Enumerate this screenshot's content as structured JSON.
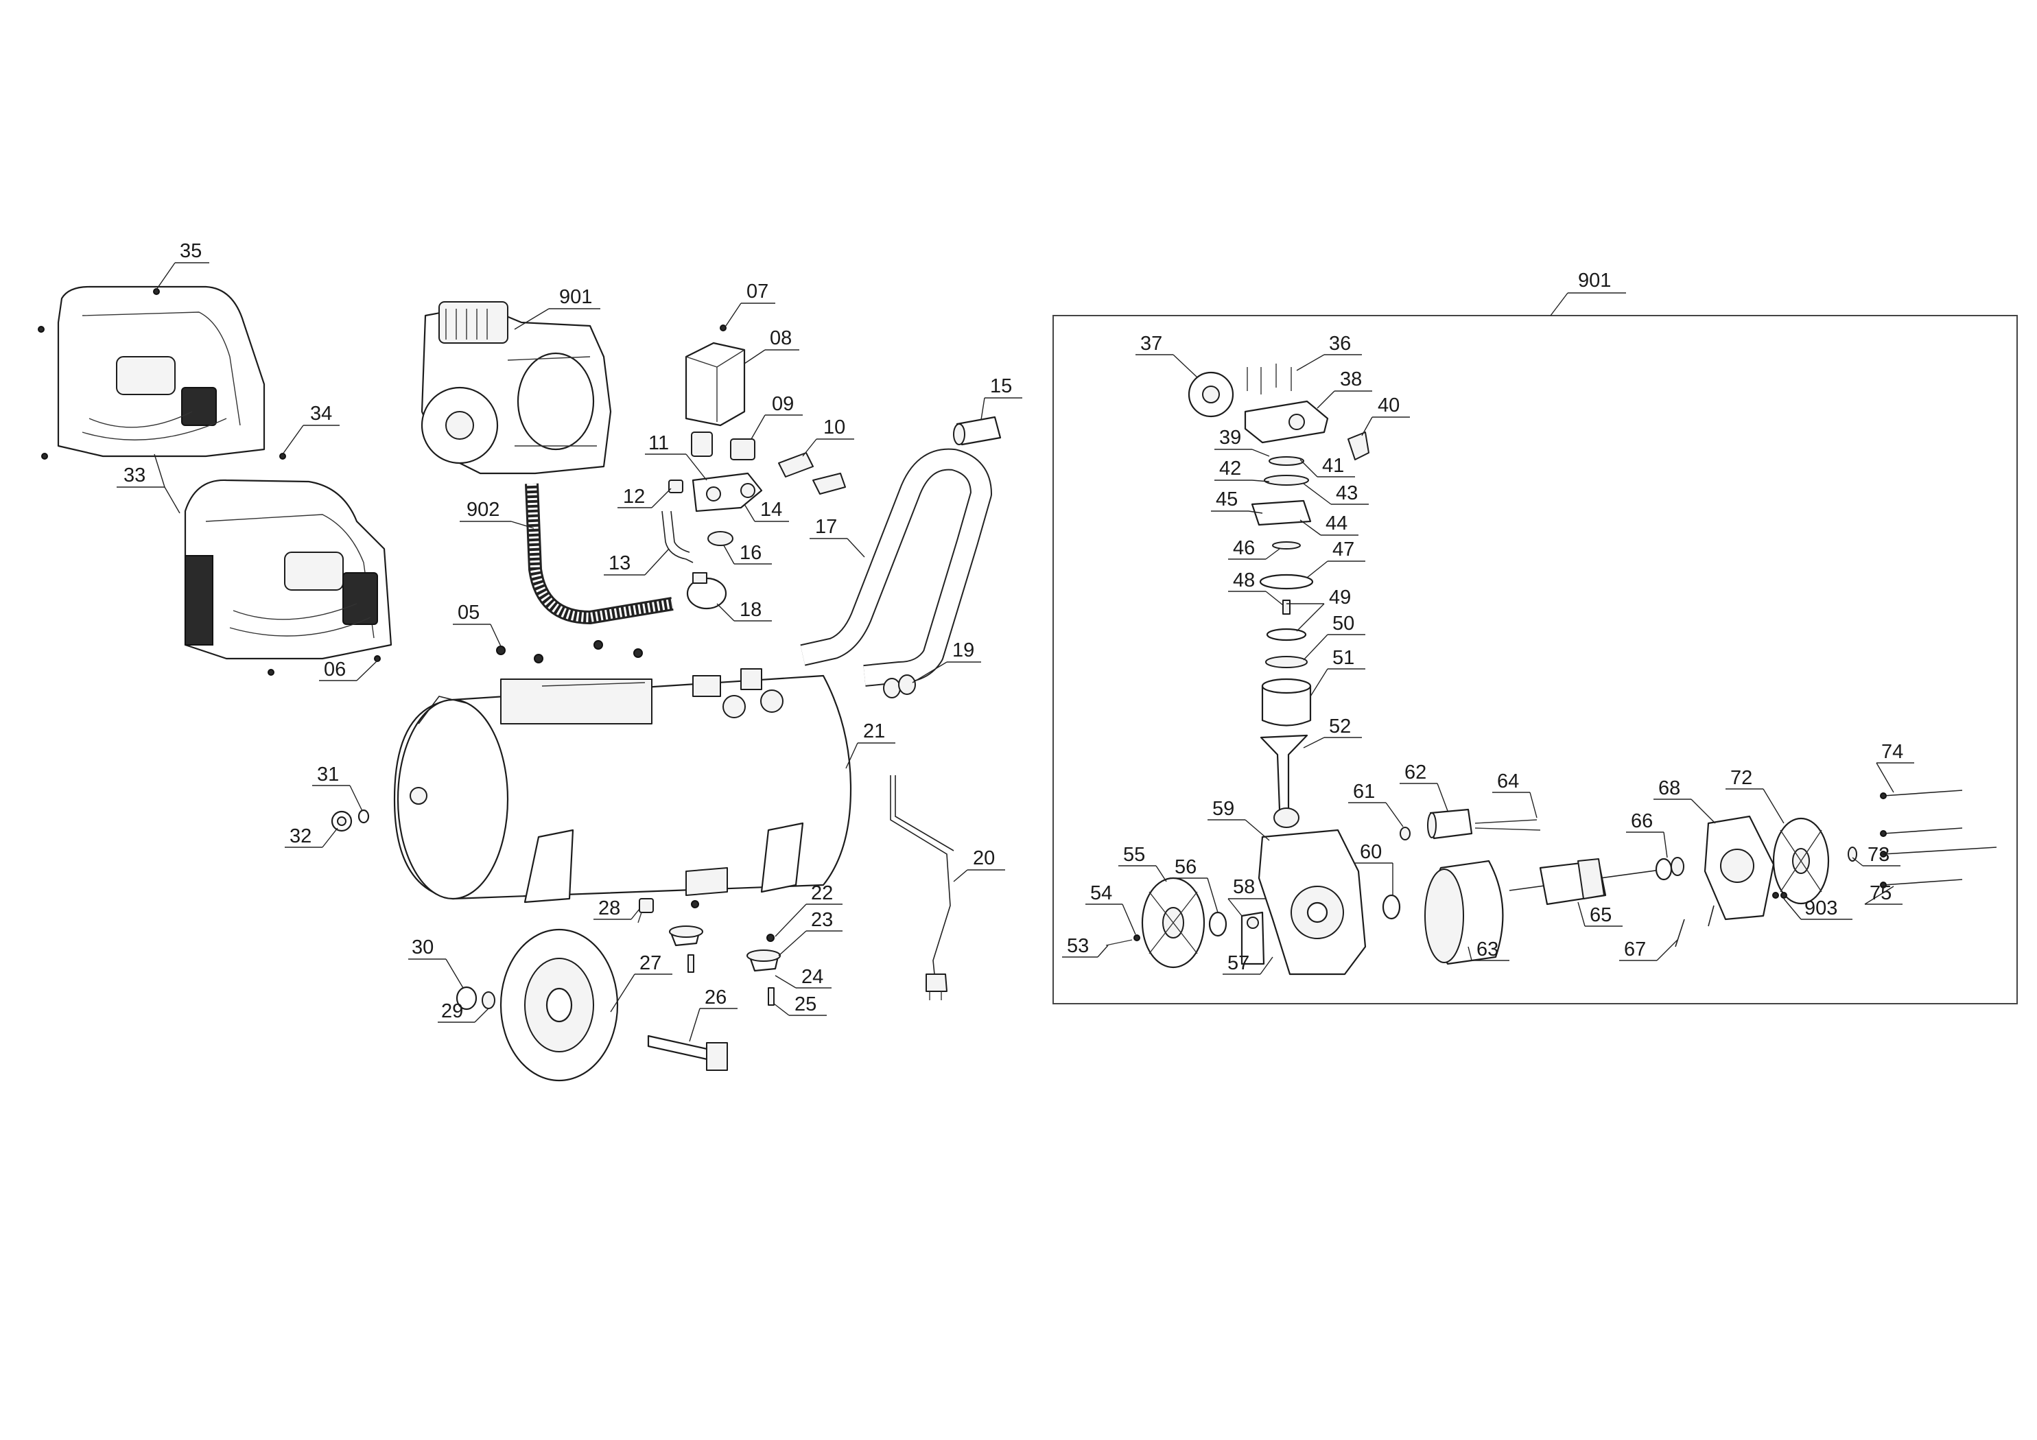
{
  "diagram": {
    "type": "exploded-parts-diagram",
    "assembly_box_label": "901",
    "labels": {
      "p05": "05",
      "p06": "06",
      "p07": "07",
      "p08": "08",
      "p09": "09",
      "p10": "10",
      "p11": "11",
      "p12": "12",
      "p13": "13",
      "p14": "14",
      "p15": "15",
      "p16": "16",
      "p17": "17",
      "p18": "18",
      "p19": "19",
      "p20": "20",
      "p21": "21",
      "p22": "22",
      "p23": "23",
      "p24": "24",
      "p25": "25",
      "p26": "26",
      "p27": "27",
      "p28": "28",
      "p29": "29",
      "p30": "30",
      "p31": "31",
      "p32": "32",
      "p33": "33",
      "p34": "34",
      "p35": "35",
      "p36": "36",
      "p37": "37",
      "p38": "38",
      "p39": "39",
      "p40": "40",
      "p41": "41",
      "p42": "42",
      "p43": "43",
      "p44": "44",
      "p45": "45",
      "p46": "46",
      "p47": "47",
      "p48": "48",
      "p49": "49",
      "p50": "50",
      "p51": "51",
      "p52": "52",
      "p53": "53",
      "p54": "54",
      "p55": "55",
      "p56": "56",
      "p57": "57",
      "p58": "58",
      "p59": "59",
      "p60": "60",
      "p61": "61",
      "p62": "62",
      "p63": "63",
      "p64": "64",
      "p65": "65",
      "p66": "66",
      "p67": "67",
      "p68": "68",
      "p72": "72",
      "p73": "73",
      "p74": "74",
      "p75": "75",
      "p901a": "901",
      "p901b": "901",
      "p902": "902",
      "p903": "903"
    }
  }
}
